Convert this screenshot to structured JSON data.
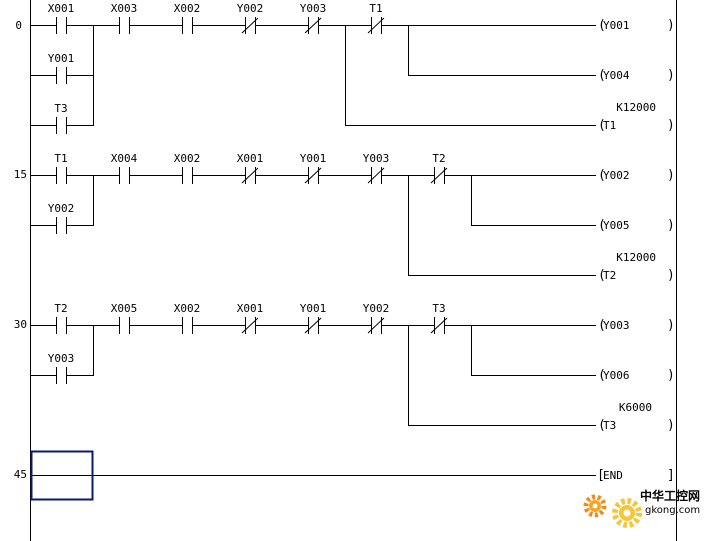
{
  "rungs": [
    {
      "step": "0",
      "contacts": [
        {
          "label": "X001",
          "type": "NO"
        },
        {
          "label": "X003",
          "type": "NO"
        },
        {
          "label": "X002",
          "type": "NO"
        },
        {
          "label": "Y002",
          "type": "NC"
        },
        {
          "label": "Y003",
          "type": "NC"
        },
        {
          "label": "T1",
          "type": "NC"
        }
      ],
      "parallel": [
        "Y001",
        "T3"
      ],
      "coils": [
        {
          "label": "Y001",
          "setting": ""
        },
        {
          "label": "Y004",
          "setting": ""
        },
        {
          "label": "T1",
          "setting": "K12000"
        }
      ]
    },
    {
      "step": "15",
      "contacts": [
        {
          "label": "T1",
          "type": "NO"
        },
        {
          "label": "X004",
          "type": "NO"
        },
        {
          "label": "X002",
          "type": "NO"
        },
        {
          "label": "X001",
          "type": "NC"
        },
        {
          "label": "Y001",
          "type": "NC"
        },
        {
          "label": "Y003",
          "type": "NC"
        },
        {
          "label": "T2",
          "type": "NC"
        }
      ],
      "parallel": [
        "Y002"
      ],
      "coils": [
        {
          "label": "Y002",
          "setting": ""
        },
        {
          "label": "Y005",
          "setting": ""
        },
        {
          "label": "T2",
          "setting": "K12000"
        }
      ]
    },
    {
      "step": "30",
      "contacts": [
        {
          "label": "T2",
          "type": "NO"
        },
        {
          "label": "X005",
          "type": "NO"
        },
        {
          "label": "X002",
          "type": "NO"
        },
        {
          "label": "X001",
          "type": "NC"
        },
        {
          "label": "Y001",
          "type": "NC"
        },
        {
          "label": "Y002",
          "type": "NC"
        },
        {
          "label": "T3",
          "type": "NC"
        }
      ],
      "parallel": [
        "Y003"
      ],
      "coils": [
        {
          "label": "Y003",
          "setting": ""
        },
        {
          "label": "Y006",
          "setting": ""
        },
        {
          "label": "T3",
          "setting": "K6000"
        }
      ]
    },
    {
      "step": "45",
      "end_label": "END"
    }
  ],
  "watermark": {
    "line1": "中华工控网",
    "line2": "gkong.com"
  },
  "colors": {
    "cursor": "#0a1a6e",
    "wire": "#000000",
    "watermark_orange": "#f08a1c"
  }
}
